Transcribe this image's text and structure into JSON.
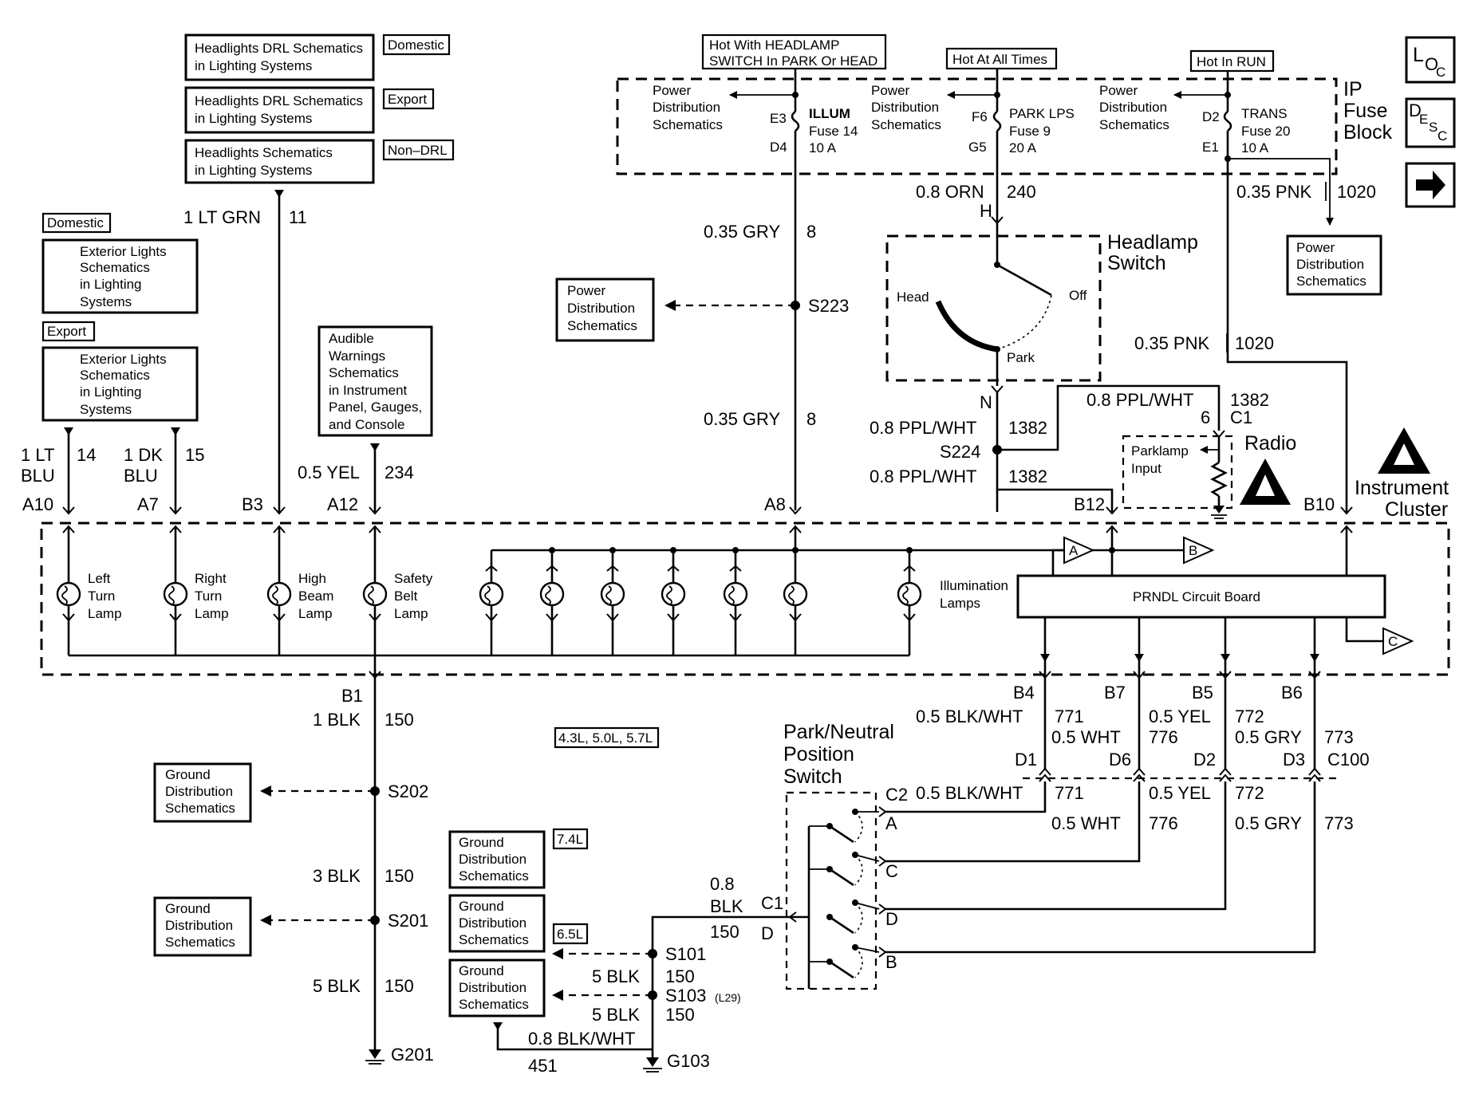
{
  "ref_boxes": {
    "headlights_drl_domestic": [
      "Headlights DRL Schematics",
      "in Lighting Systems"
    ],
    "headlights_drl_export": [
      "Headlights DRL Schematics",
      "in Lighting Systems"
    ],
    "headlights_non_drl": [
      "Headlights Schematics",
      "in Lighting Systems"
    ],
    "exterior_lights_domestic": [
      "Exterior Lights",
      "Schematics",
      "in Lighting",
      "Systems"
    ],
    "exterior_lights_export": [
      "Exterior Lights",
      "Schematics",
      "in Lighting",
      "Systems"
    ],
    "audible_warnings": [
      "Audible",
      "Warnings",
      "Schematics",
      "in Instrument",
      "Panel, Gauges,",
      "and Console"
    ],
    "power_dist_left": [
      "Power",
      "Distribution",
      "Schematics"
    ],
    "power_dist_right": [
      "Power",
      "Distribution",
      "Schematics"
    ],
    "ground_dist_s202": [
      "Ground",
      "Distribution",
      "Schematics"
    ],
    "ground_dist_s201": [
      "Ground",
      "Distribution",
      "Schematics"
    ],
    "ground_dist_74": [
      "Ground",
      "Distribution",
      "Schematics"
    ],
    "ground_dist_65": [
      "Ground",
      "Distribution",
      "Schematics"
    ],
    "ground_dist_l29": [
      "Ground",
      "Distribution",
      "Schematics"
    ]
  },
  "option_tags": {
    "domestic": "Domestic",
    "export": "Export",
    "non_drl": "Non–DRL",
    "domestic_left": "Domestic",
    "export_left": "Export",
    "engines_small": "4.3L, 5.0L, 5.7L",
    "engine_74": "7.4L",
    "engine_65": "6.5L"
  },
  "hot_labels": {
    "headlamp_line1": "Hot With HEADLAMP",
    "headlamp_line2": "SWITCH In PARK Or HEAD",
    "at_all_times": "Hot At All Times",
    "in_run": "Hot In RUN"
  },
  "fuse_block": {
    "title_lines": [
      "IP",
      "Fuse",
      "Block"
    ],
    "pd_lines": [
      "Power",
      "Distribution",
      "Schematics"
    ],
    "fuse_illum": {
      "in_pin": "E3",
      "out_pin": "D4",
      "lines": [
        "ILLUM",
        "Fuse 14",
        "10 A"
      ]
    },
    "fuse_park": {
      "in_pin": "F6",
      "out_pin": "G5",
      "lines": [
        "PARK LPS",
        "Fuse 9",
        "20 A"
      ]
    },
    "fuse_trans": {
      "in_pin": "D2",
      "out_pin": "E1",
      "lines": [
        "TRANS",
        "Fuse 20",
        "10 A"
      ]
    }
  },
  "nav_icons": {
    "loc_main": "L",
    "loc_sub": "O",
    "loc_sub2": "C",
    "desc_main": "D",
    "desc_sub": "E",
    "desc_sub2": "S",
    "desc_sub3": "C"
  },
  "wires": {
    "w240": {
      "gauge": "0.8 ORN",
      "circuit": "240",
      "pin": "H"
    },
    "w1020_top": {
      "gauge": "0.35 PNK",
      "circuit": "1020"
    },
    "w1020_mid": {
      "gauge": "0.35 PNK",
      "circuit": "1020"
    },
    "w8_top": {
      "gauge": "0.35 GRY",
      "circuit": "8"
    },
    "w8_bot": {
      "gauge": "0.35 GRY",
      "circuit": "8"
    },
    "w11": {
      "gauge": "1 LT GRN",
      "circuit": "11"
    },
    "w14": {
      "gauge1": "1 LT",
      "gauge2": "BLU",
      "circuit": "14"
    },
    "w15": {
      "gauge1": "1 DK",
      "gauge2": "BLU",
      "circuit": "15"
    },
    "w234": {
      "gauge": "0.5 YEL",
      "circuit": "234"
    },
    "w1382_a": {
      "gauge": "0.8 PPL/WHT",
      "circuit": "1382",
      "pin": "N"
    },
    "w1382_b": {
      "gauge": "0.8 PPL/WHT",
      "circuit": "1382"
    },
    "w1382_c": {
      "gauge": "0.8 PPL/WHT",
      "circuit": "1382"
    },
    "w150_a": {
      "gauge": "1 BLK",
      "circuit": "150"
    },
    "w150_b": {
      "gauge": "3 BLK",
      "circuit": "150"
    },
    "w150_c": {
      "gauge": "5 BLK",
      "circuit": "150"
    },
    "w150_d": {
      "gauge": "0.8",
      "gauge2": "BLK",
      "circuit": "150"
    },
    "w150_e": {
      "gauge": "5 BLK",
      "circuit": "150"
    },
    "w150_f": {
      "gauge": "5 BLK",
      "circuit": "150"
    },
    "w451": {
      "gauge": "0.8 BLK/WHT",
      "circuit": "451"
    },
    "w771_top": {
      "gauge": "0.5 BLK/WHT",
      "circuit": "771"
    },
    "w776_top": {
      "gauge": "0.5 WHT",
      "circuit": "776"
    },
    "w772_top": {
      "gauge": "0.5 YEL",
      "circuit": "772"
    },
    "w773_top": {
      "gauge": "0.5 GRY",
      "circuit": "773"
    },
    "w771_bot": {
      "gauge": "0.5 BLK/WHT",
      "circuit": "771"
    },
    "w776_bot": {
      "gauge": "0.5 WHT",
      "circuit": "776"
    },
    "w772_bot": {
      "gauge": "0.5 YEL",
      "circuit": "772"
    },
    "w773_bot": {
      "gauge": "0.5 GRY",
      "circuit": "773"
    }
  },
  "splices": {
    "s223": "S223",
    "s224": "S224",
    "s202": "S202",
    "s201": "S201",
    "s101": "S101",
    "s103": "S103",
    "s103_note": "(L29)"
  },
  "grounds": {
    "g201": "G201",
    "g103": "G103"
  },
  "headlamp_switch": {
    "title1": "Headlamp",
    "title2": "Switch",
    "head": "Head",
    "off": "Off",
    "park": "Park"
  },
  "radio": {
    "title": "Radio",
    "input1": "Parklamp",
    "input2": "Input",
    "pin": "6",
    "connector": "C1"
  },
  "cluster": {
    "title1": "Instrument",
    "title2": "Cluster",
    "pins_top": {
      "a10": "A10",
      "a7": "A7",
      "b3": "B3",
      "a12": "A12",
      "a8": "A8",
      "b12": "B12",
      "b10": "B10"
    },
    "pins_bottom": {
      "b1": "B1",
      "b4": "B4",
      "b7": "B7",
      "b5": "B5",
      "b6": "B6"
    },
    "lamps": {
      "left_turn": [
        "Left",
        "Turn",
        "Lamp"
      ],
      "right_turn": [
        "Right",
        "Turn",
        "Lamp"
      ],
      "high_beam": [
        "High",
        "Beam",
        "Lamp"
      ],
      "safety_belt": [
        "Safety",
        "Belt",
        "Lamp"
      ],
      "illumination": [
        "Illumination",
        "Lamps"
      ]
    },
    "prndl": "PRNDL Circuit Board",
    "off_page": {
      "a": "A",
      "b": "B",
      "c": "C"
    }
  },
  "c100": {
    "name": "C100",
    "d1": "D1",
    "d6": "D6",
    "d2": "D2",
    "d3": "D3"
  },
  "pn_switch": {
    "title": [
      "Park/Neutral",
      "Position",
      "Switch"
    ],
    "connector": "C2",
    "pins": {
      "a": "A",
      "c": "C",
      "d": "D",
      "b": "B"
    },
    "c1": "C1",
    "c1_pin": "D"
  }
}
